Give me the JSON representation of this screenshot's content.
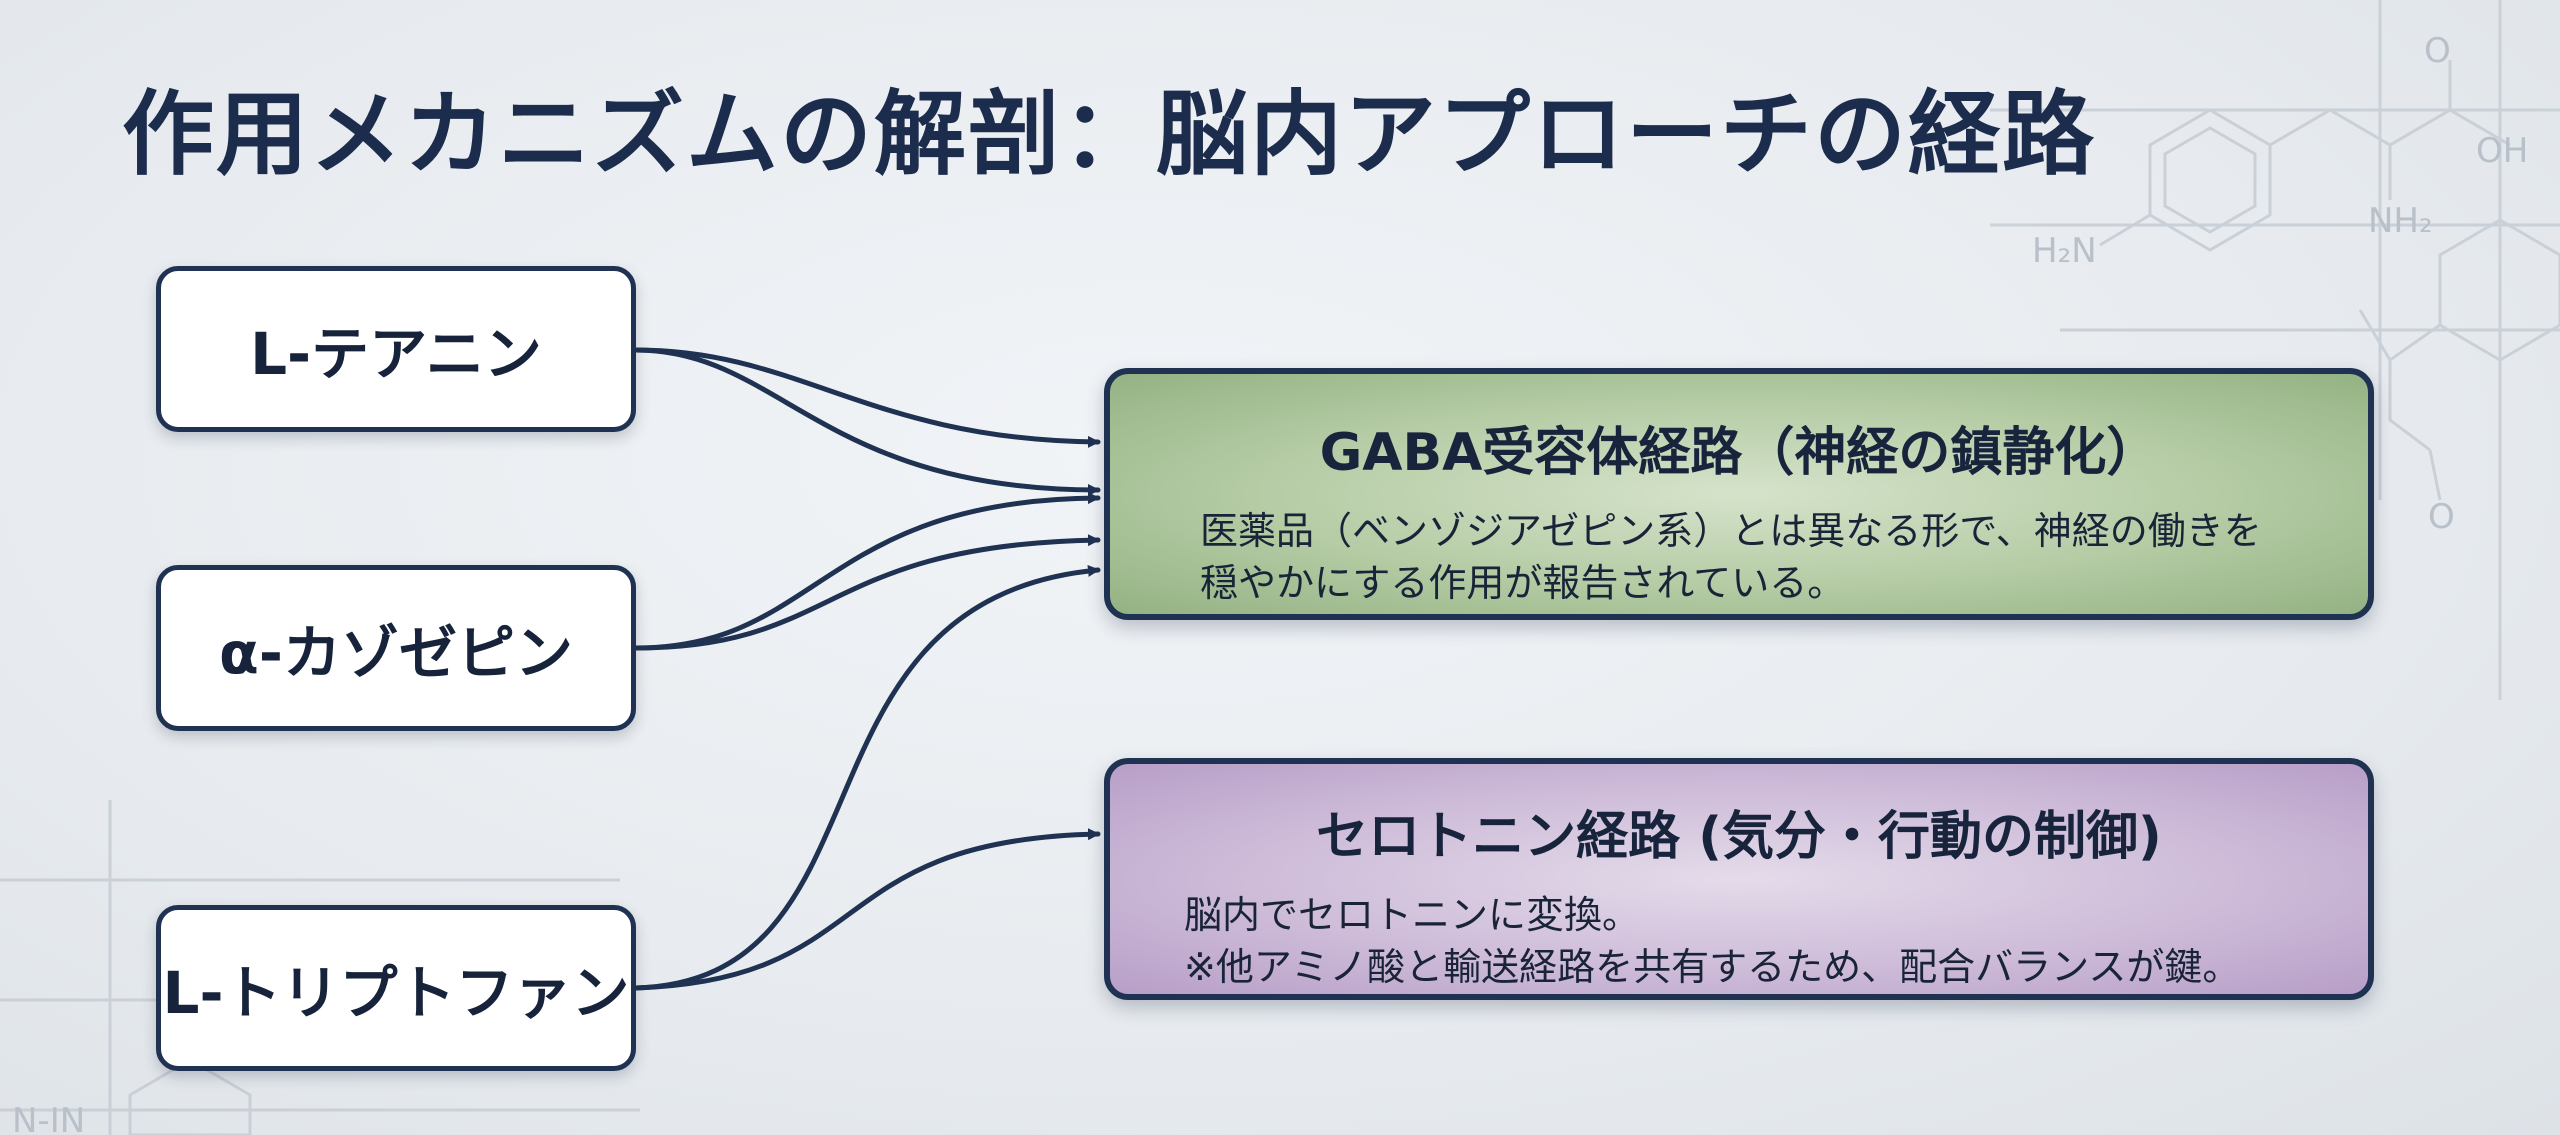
{
  "title": "作用メカニズムの解剖：脳内アプローチの経路",
  "sources": [
    {
      "label": "L-テアニン"
    },
    {
      "label": "α-カゾゼピン"
    },
    {
      "label": "L-トリプトファン"
    }
  ],
  "pathways": [
    {
      "title": "GABA受容体経路（神経の鎮静化）",
      "description_lines": [
        "医薬品（ベンゾジアゼピン系）とは異なる形で、神経の働きを",
        "穏やかにする作用が報告されている。"
      ],
      "color": "#b4cba4"
    },
    {
      "title": "セロトニン経路 (気分・行動の制御)",
      "description_lines": [
        "脳内でセロトニンに変換。",
        "※他アミノ酸と輸送経路を共有するため、配合バランスが鍵。"
      ],
      "color": "#cebcd9"
    }
  ],
  "connections": [
    {
      "from": "L-テアニン",
      "to": "GABA受容体経路（神経の鎮静化）"
    },
    {
      "from": "L-テアニン",
      "to": "GABA受容体経路（神経の鎮静化）"
    },
    {
      "from": "α-カゾゼピン",
      "to": "GABA受容体経路（神経の鎮静化）"
    },
    {
      "from": "α-カゾゼピン",
      "to": "GABA受容体経路（神経の鎮静化）"
    },
    {
      "from": "L-トリプトファン",
      "to": "GABA受容体経路（神経の鎮静化）"
    },
    {
      "from": "L-トリプトファン",
      "to": "セロトニン経路 (気分・行動の制御)"
    }
  ],
  "background_labels": {
    "amine": "H₂N",
    "amino": "NH₂",
    "hydroxyl": "OH",
    "oxygen_top": "O",
    "oxygen_side": "O",
    "corner": "N-IN"
  }
}
